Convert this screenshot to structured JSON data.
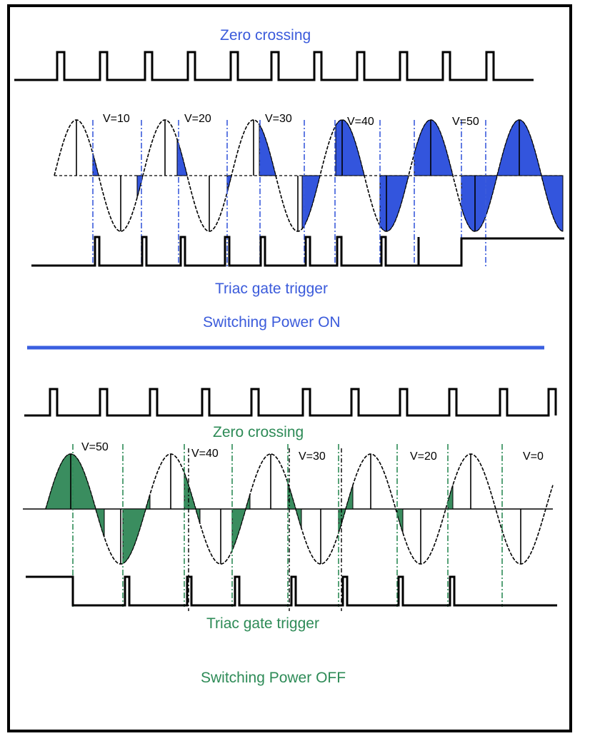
{
  "colors": {
    "on_accent": "#3b5bdb",
    "on_fill": "#3355dd",
    "off_accent": "#2e8b57",
    "off_fill": "#3a8d5f",
    "divider": "#3a5fe0",
    "line": "#000000"
  },
  "on_section": {
    "zero_crossing_label": "Zero crossing",
    "trigger_label": "Triac gate trigger",
    "caption": "Switching Power ON",
    "levels": [
      "V=10",
      "V=20",
      "V=30",
      "V=40",
      "V=50"
    ]
  },
  "off_section": {
    "zero_crossing_label": "Zero crossing",
    "trigger_label": "Triac gate trigger",
    "caption": "Switching Power OFF",
    "levels": [
      "V=50",
      "V=40",
      "V=30",
      "V=20",
      "V=0"
    ]
  }
}
